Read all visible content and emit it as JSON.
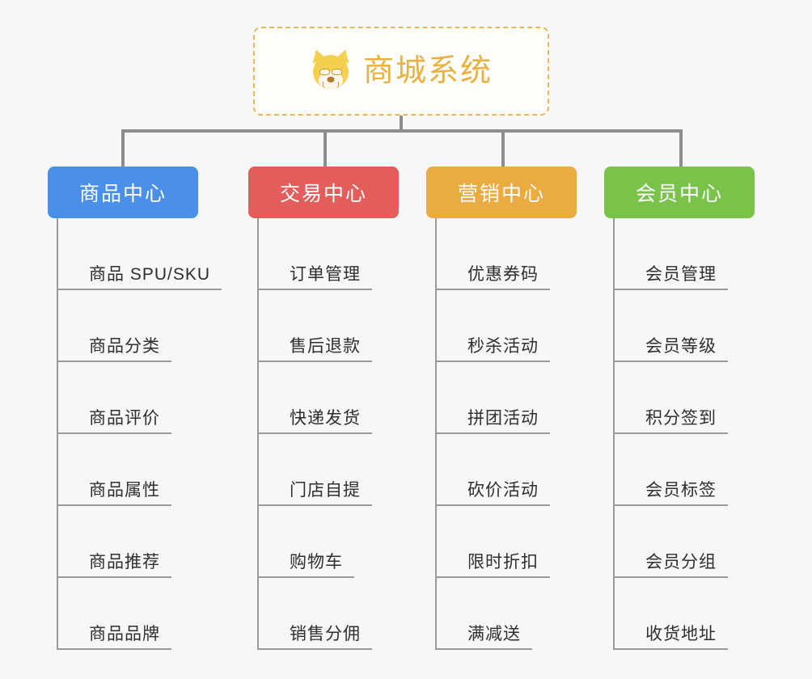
{
  "root": {
    "title": "商城系统",
    "icon": "shiba-dog-face-icon",
    "border_color": "#e8b860",
    "text_color": "#e8b242"
  },
  "theme": {
    "background": "#f7f7f7",
    "line_color": "#8d8d8d",
    "leaf_text_color": "#2e2e2e"
  },
  "categories": [
    {
      "label": "商品中心",
      "color": "#4a90e8",
      "items": [
        "商品 SPU/SKU",
        "商品分类",
        "商品评价",
        "商品属性",
        "商品推荐",
        "商品品牌"
      ]
    },
    {
      "label": "交易中心",
      "color": "#e35d5b",
      "items": [
        "订单管理",
        "售后退款",
        "快递发货",
        "门店自提",
        "购物车",
        "销售分佣"
      ]
    },
    {
      "label": "营销中心",
      "color": "#eaab40",
      "items": [
        "优惠券码",
        "秒杀活动",
        "拼团活动",
        "砍价活动",
        "限时折扣",
        "满减送"
      ]
    },
    {
      "label": "会员中心",
      "color": "#79c34a",
      "items": [
        "会员管理",
        "会员等级",
        "积分签到",
        "会员标签",
        "会员分组",
        "收货地址"
      ]
    }
  ]
}
